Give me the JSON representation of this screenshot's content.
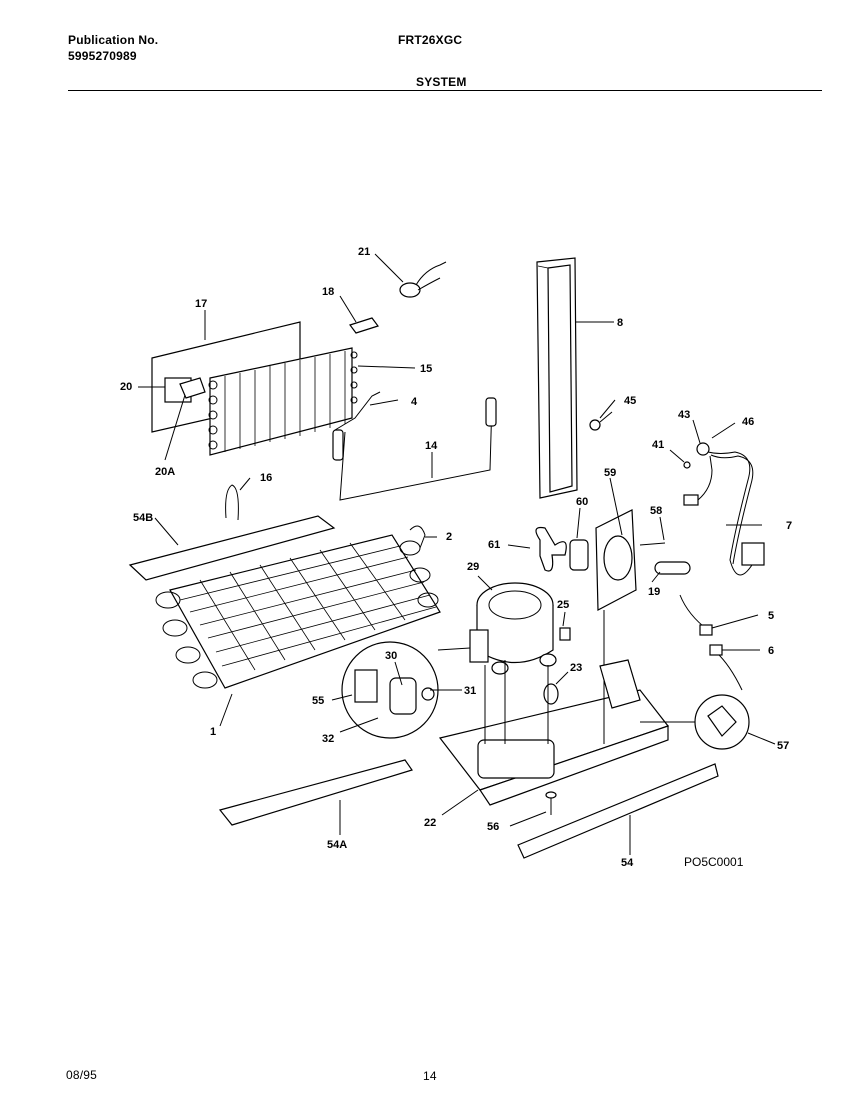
{
  "header": {
    "publication_label": "Publication No.",
    "publication_number": "5995270989",
    "model": "FRT26XGC",
    "section_title": "SYSTEM"
  },
  "callouts": [
    "21",
    "18",
    "8",
    "17",
    "15",
    "20",
    "4",
    "45",
    "43",
    "46",
    "41",
    "14",
    "20A",
    "16",
    "7",
    "54B",
    "2",
    "59",
    "58",
    "60",
    "61",
    "29",
    "19",
    "5",
    "25",
    "6",
    "30",
    "23",
    "55",
    "31",
    "1",
    "32",
    "57",
    "22",
    "56",
    "54A",
    "54"
  ],
  "figure_code": "PO5C0001",
  "footer": {
    "date": "08/95",
    "page": "14"
  }
}
